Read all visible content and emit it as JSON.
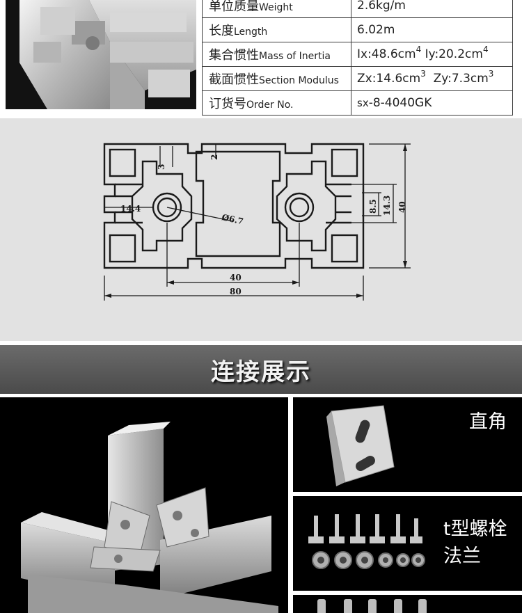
{
  "spec": {
    "rows": [
      {
        "label_zh": "单位质量",
        "label_en": "Weight",
        "value": "2.6kg/m"
      },
      {
        "label_zh": "长度",
        "label_en": "Length",
        "value": "6.02m"
      },
      {
        "label_zh": "集合惯性",
        "label_en": "Mass of Inertia",
        "ix": "Ix:48.6cm",
        "iy": "Iy:20.2cm",
        "exp": "4"
      },
      {
        "label_zh": "截面惯性",
        "label_en": "Section Modulus",
        "zx": "Zx:14.6cm",
        "zy": "Zy:7.3cm",
        "exp": "3"
      },
      {
        "label_zh": "订货号",
        "label_en": "Order No.",
        "prefix": "sx",
        "value": "-8-4040GK"
      }
    ]
  },
  "drawing": {
    "dim_2": "2",
    "dim_3": "3",
    "dim_14_4": "14.4",
    "dim_6_7": "Ø6.7",
    "dim_8_5": "8.5",
    "dim_14_3": "14.3",
    "dim_40_v": "40",
    "dim_40_h": "40",
    "dim_80": "80"
  },
  "section_title": "连接展示",
  "gallery": {
    "label_corner": "直角",
    "label_bolt_line1": "t型螺栓",
    "label_bolt_line2": "法兰"
  },
  "colors": {
    "drawing_bg": "#e2e2e2",
    "band_bg": "#5a5a5a",
    "tile_bg": "#000000"
  }
}
